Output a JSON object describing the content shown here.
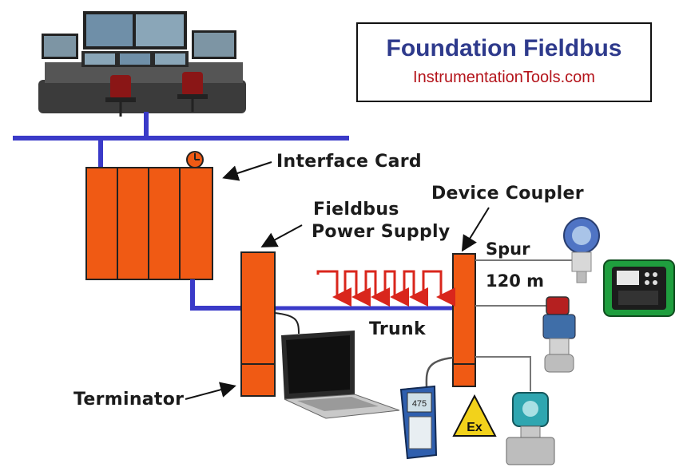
{
  "title": "Foundation Fieldbus",
  "subtitle": "InstrumentationTools.com",
  "labels": {
    "interface_card": "Interface Card",
    "device_coupler": "Device Coupler",
    "power_supply_line1": "Fieldbus",
    "power_supply_line2": "Power Supply",
    "spur": "Spur",
    "spur_length": "120 m",
    "trunk": "Trunk",
    "terminator": "Terminator",
    "ex_mark": "Ex",
    "communicator_display": "475"
  },
  "colors": {
    "bus_blue": "#3a3ac8",
    "module_orange": "#f05a14",
    "signal_red": "#d9261c",
    "title_blue": "#2e3a8c",
    "subtitle_red": "#b4141b",
    "ex_yellow": "#f2d21b"
  },
  "icons": [
    "control-room-icon",
    "clock-icon",
    "laptop-icon",
    "pressure-transmitter-icon",
    "documenting-calibrator-icon",
    "control-valve-icon",
    "handheld-communicator-icon",
    "ex-hazard-icon",
    "differential-pressure-transmitter-icon"
  ]
}
